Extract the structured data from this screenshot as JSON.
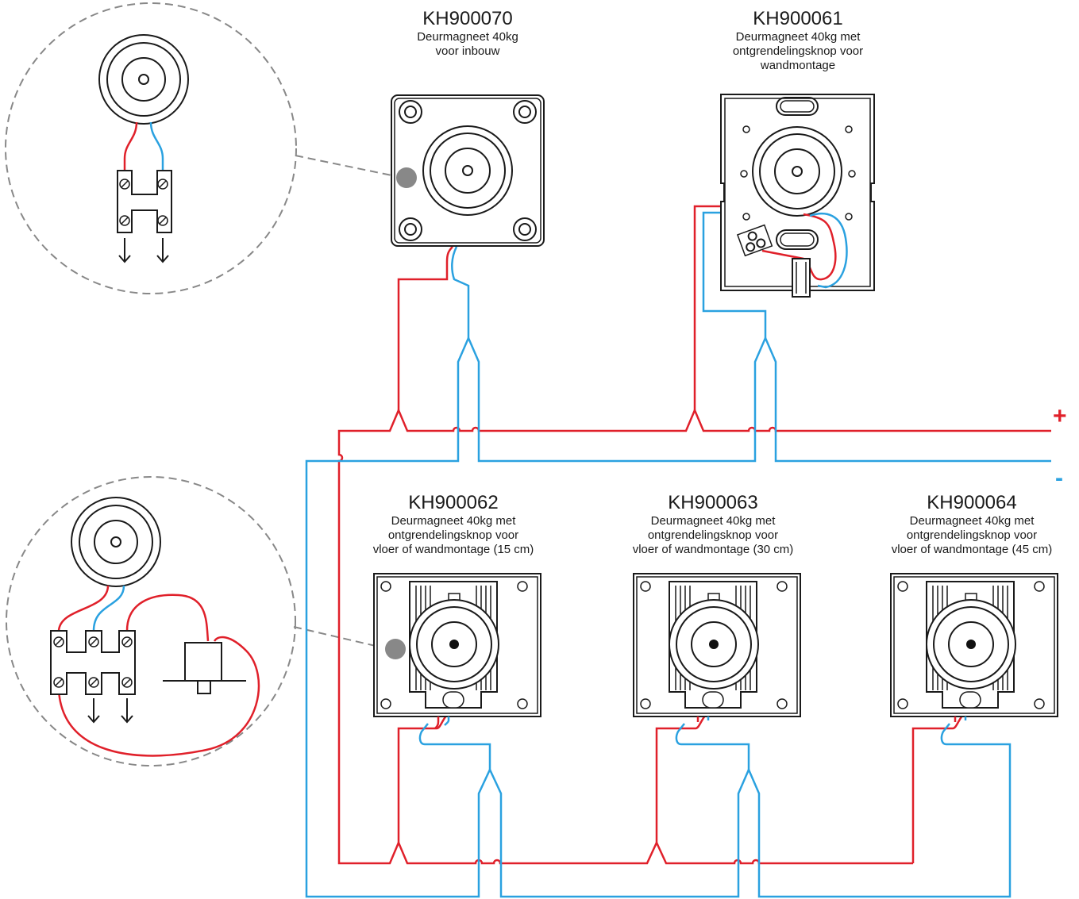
{
  "products": [
    {
      "code": "KH900070",
      "desc": [
        "Deurmagneet 40kg",
        "voor inbouw"
      ]
    },
    {
      "code": "KH900061",
      "desc": [
        "Deurmagneet 40kg met",
        "ontgrendelingsknop voor",
        "wandmontage"
      ]
    },
    {
      "code": "KH900062",
      "desc": [
        "Deurmagneet 40kg met",
        "ontgrendelingsknop voor",
        "vloer of wandmontage (15 cm)"
      ]
    },
    {
      "code": "KH900063",
      "desc": [
        "Deurmagneet 40kg met",
        "ontgrendelingsknop voor",
        "vloer of wandmontage (30 cm)"
      ]
    },
    {
      "code": "KH900064",
      "desc": [
        "Deurmagneet 40kg met",
        "ontgrendelingsknop voor",
        "vloer of wandmontage (45 cm)"
      ]
    }
  ],
  "polarity": {
    "plus": "+",
    "minus": "-"
  },
  "colors": {
    "positive_wire": "#e0202a",
    "negative_wire": "#2aa1e0",
    "outline": "#1a1a1a",
    "detail_circle": "#888888",
    "marker_dot": "#888888"
  }
}
